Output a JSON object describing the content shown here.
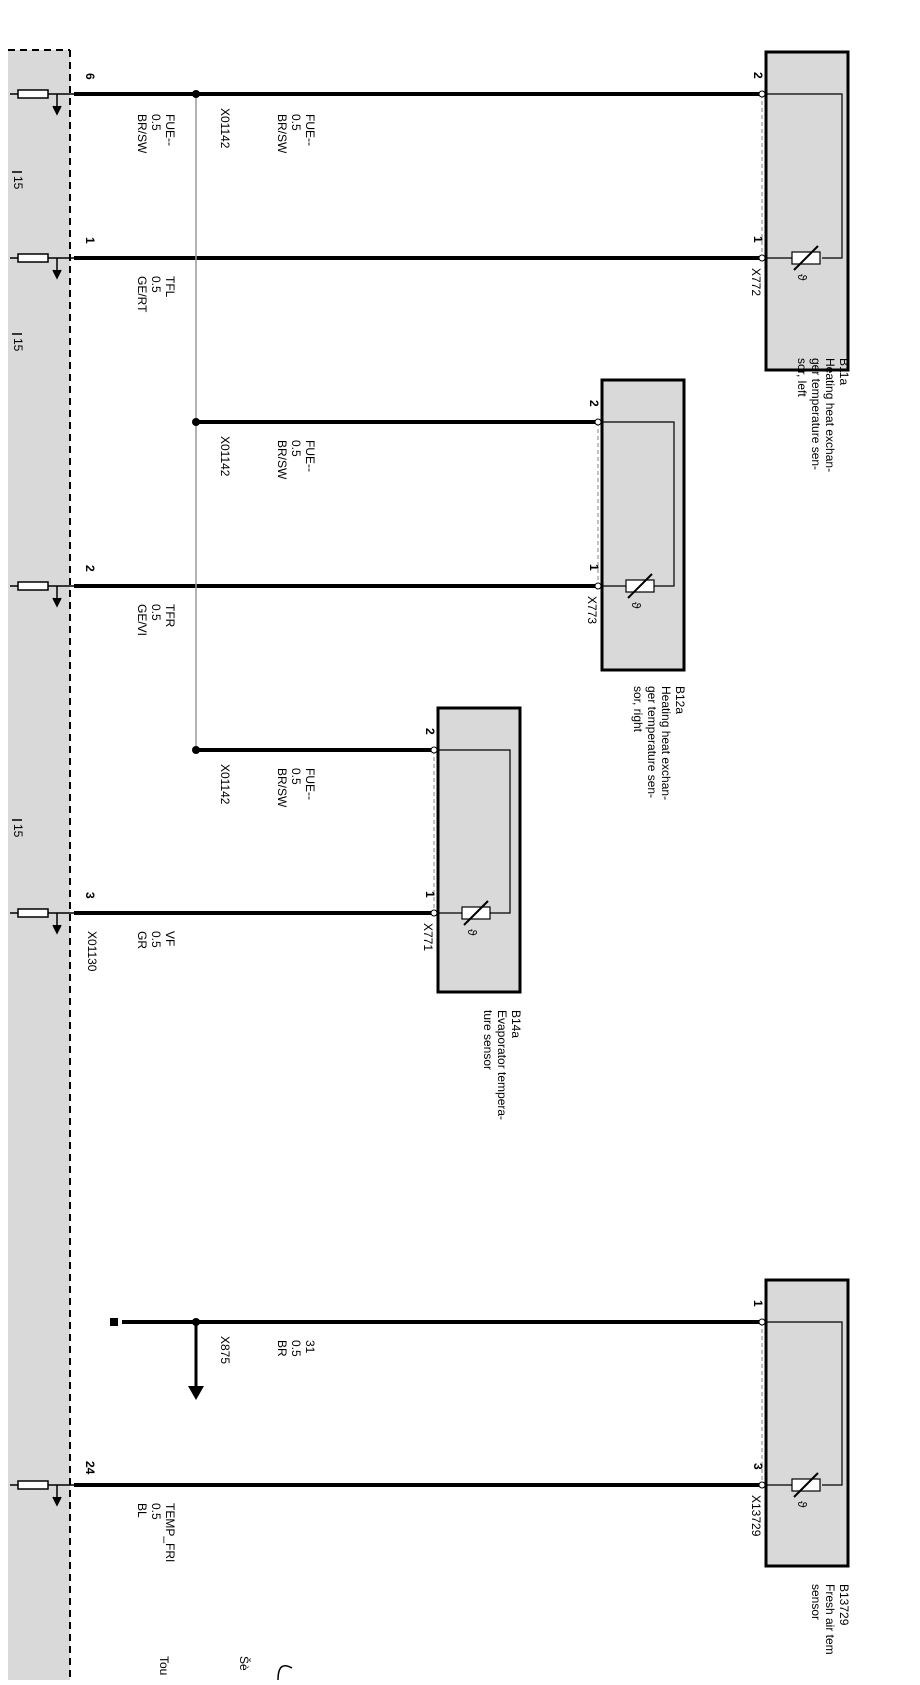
{
  "components": [
    {
      "id": "B11a",
      "desc": [
        "Heating heat exchan-",
        "ger temperature sen-",
        "sor, left"
      ],
      "connector": "X772",
      "pins": [
        "2",
        "1"
      ]
    },
    {
      "id": "B12a",
      "desc": [
        "Heating heat exchan-",
        "ger temperature sen-",
        "sor, right"
      ],
      "connector": "X773",
      "pins": [
        "2",
        "1"
      ]
    },
    {
      "id": "B14a",
      "desc": [
        "Evaporator tempera-",
        "ture sensor"
      ],
      "connector": "X771",
      "pins": [
        "2",
        "1"
      ]
    },
    {
      "id": "B13729",
      "desc": [
        "Fresh air tem",
        "sensor"
      ],
      "connector": "X13729",
      "pins": [
        "1",
        "3"
      ]
    }
  ],
  "wires": [
    {
      "pin": "6",
      "label": [
        "FUE--",
        "0.5",
        "BR/SW"
      ]
    },
    {
      "pin": "1",
      "label": [
        "TFL",
        "0.5",
        "GE/RT"
      ]
    },
    {
      "pin": "2",
      "label": [
        "TFR",
        "0.5",
        "GE/VI"
      ]
    },
    {
      "pin": "3",
      "label": [
        "VF",
        "0.5",
        "GR"
      ]
    },
    {
      "pin": "24",
      "label": [
        "TEMP_FRI",
        "0.5",
        "BL"
      ]
    }
  ],
  "splice_wires": [
    {
      "connector": "X01142",
      "label": [
        "FUE--",
        "0.5",
        "BR/SW"
      ]
    },
    {
      "connector": "X01142",
      "label": [
        "FUE--",
        "0.5",
        "BR/SW"
      ]
    },
    {
      "connector": "X01142",
      "label": [
        "FUE--",
        "0.5",
        "BR/SW"
      ]
    }
  ],
  "ground_wire": {
    "connector": "X875",
    "label": [
      "31",
      "0.5",
      "BR"
    ]
  },
  "left_connector": "X01130",
  "page_refs": [
    "15",
    "15",
    "15"
  ],
  "edge_text": [
    "Šè",
    "Tou"
  ],
  "colors": {
    "module_fill": "#d9d9d9",
    "line": "#000000",
    "splice": "#999999"
  }
}
